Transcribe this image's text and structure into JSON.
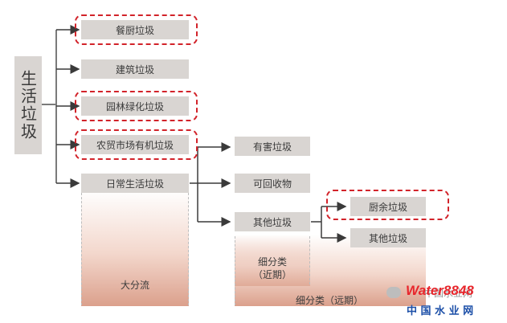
{
  "root": {
    "label": "生活垃圾"
  },
  "level1": [
    {
      "label": "餐厨垃圾",
      "highlighted": true
    },
    {
      "label": "建筑垃圾",
      "highlighted": false
    },
    {
      "label": "园林绿化垃圾",
      "highlighted": true
    },
    {
      "label": "农贸市场有机垃圾",
      "highlighted": true
    },
    {
      "label": "日常生活垃圾",
      "highlighted": false
    }
  ],
  "level2": [
    {
      "label": "有害垃圾"
    },
    {
      "label": "可回收物"
    },
    {
      "label": "其他垃圾"
    }
  ],
  "level3": [
    {
      "label": "厨余垃圾",
      "highlighted": true
    },
    {
      "label": "其他垃圾",
      "highlighted": false
    }
  ],
  "stages": {
    "major": "大分流",
    "near": "细分类\n（近期）",
    "far": "细分类（远期）"
  },
  "watermark": {
    "site_top": "Water8848",
    "site_bottom": "中 国 水 业 网",
    "wechat": "中国水业网"
  },
  "colors": {
    "box_fill": "#d9d5d2",
    "highlight_dash": "#d2232a",
    "connector": "#7a7a7a",
    "stage_gradient": "#dba08c"
  }
}
